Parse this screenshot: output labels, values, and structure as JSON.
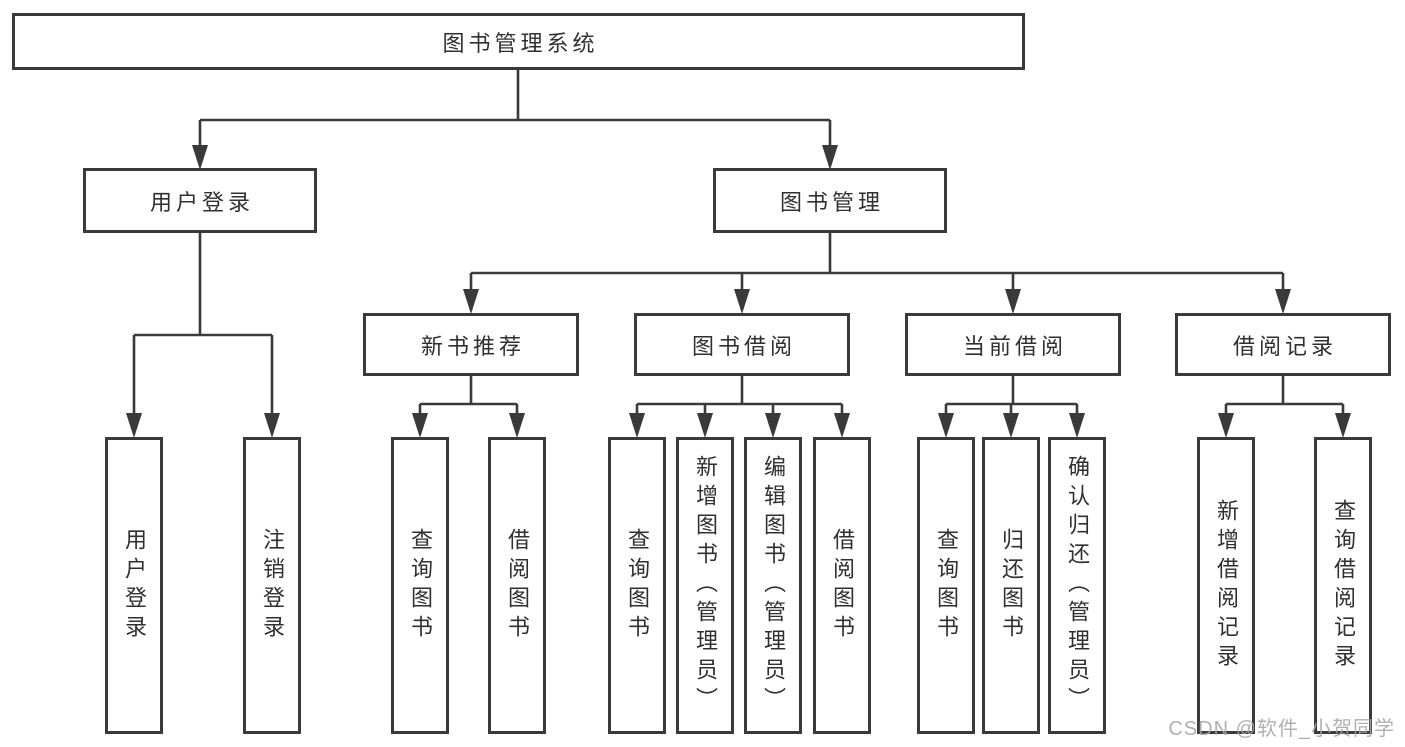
{
  "tree": {
    "label": "图书管理系统",
    "children": [
      {
        "label": "用户登录",
        "children": [
          {
            "label": "用户登录"
          },
          {
            "label": "注销登录"
          }
        ]
      },
      {
        "label": "图书管理",
        "children": [
          {
            "label": "新书推荐",
            "children": [
              {
                "label": "查询图书"
              },
              {
                "label": "借阅图书"
              }
            ]
          },
          {
            "label": "图书借阅",
            "children": [
              {
                "label": "查询图书"
              },
              {
                "label": "新增图书（管理员）"
              },
              {
                "label": "编辑图书（管理员）"
              },
              {
                "label": "借阅图书"
              }
            ]
          },
          {
            "label": "当前借阅",
            "children": [
              {
                "label": "查询图书"
              },
              {
                "label": "归还图书"
              },
              {
                "label": "确认归还（管理员）"
              }
            ]
          },
          {
            "label": "借阅记录",
            "children": [
              {
                "label": "新增借阅记录"
              },
              {
                "label": "查询借阅记录"
              }
            ]
          }
        ]
      }
    ]
  },
  "watermark": {
    "text": "CSDN @软件_小贺同学"
  },
  "colors": {
    "line": "#3a3a3a",
    "text": "#303030",
    "box_background": "#ffffff",
    "watermark": "#a5a5a5",
    "background": "#ffffff"
  }
}
